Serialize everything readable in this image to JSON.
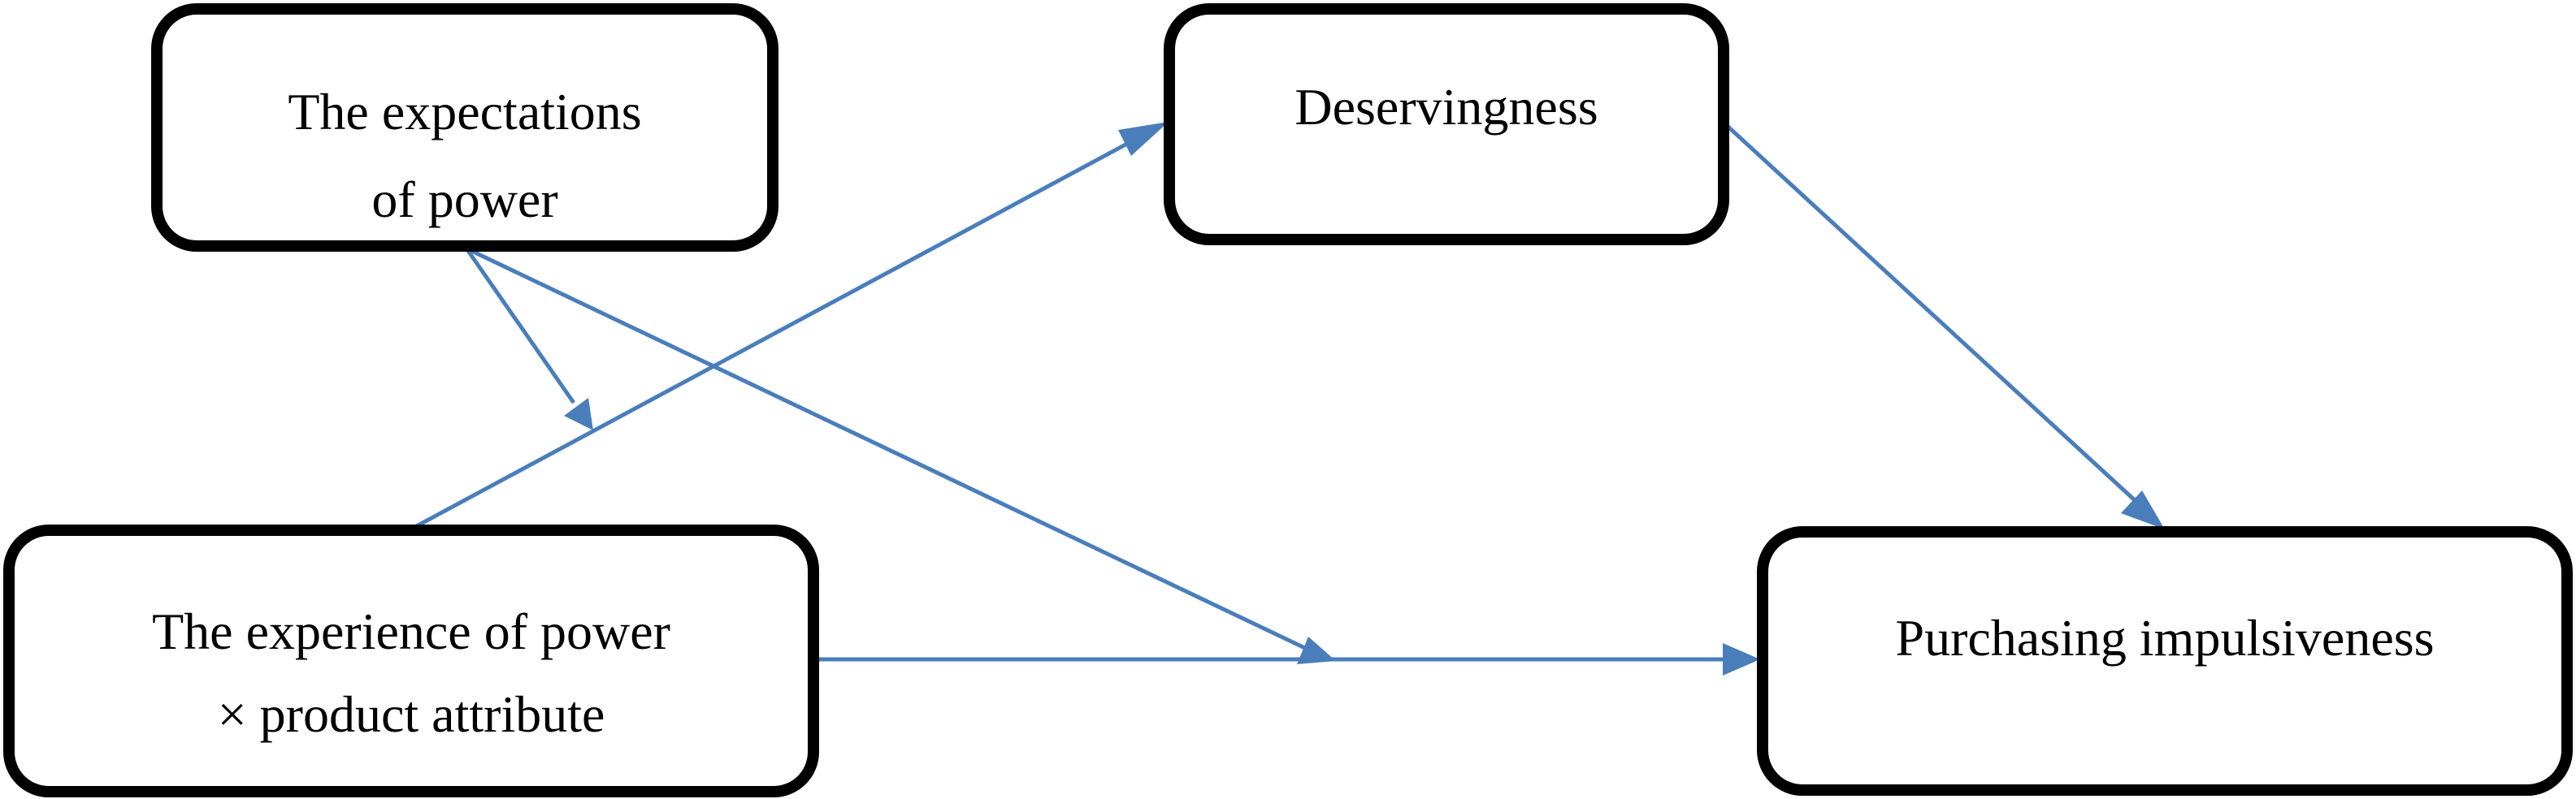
{
  "diagram": {
    "nodes": {
      "expectations": {
        "line1": "The expectations",
        "line2": "of power"
      },
      "deservingness": {
        "line1": "Deservingness"
      },
      "experience": {
        "line1": "The experience of power",
        "line2": "× product attribute"
      },
      "impulsiveness": {
        "line1": "Purchasing impulsiveness"
      }
    },
    "edges": [
      {
        "from": "The experience of power × product attribute",
        "to": "Deservingness"
      },
      {
        "from": "Deservingness",
        "to": "Purchasing impulsiveness"
      },
      {
        "from": "The experience of power × product attribute",
        "to": "Purchasing impulsiveness"
      },
      {
        "from": "The expectations of power",
        "to": "path: experience → deservingness"
      },
      {
        "from": "The expectations of power",
        "to": "path: experience → purchasing impulsiveness"
      }
    ],
    "colors": {
      "arrow": "#4a7ebb",
      "box_border": "#000000",
      "text": "#000000",
      "background": "#ffffff"
    }
  }
}
